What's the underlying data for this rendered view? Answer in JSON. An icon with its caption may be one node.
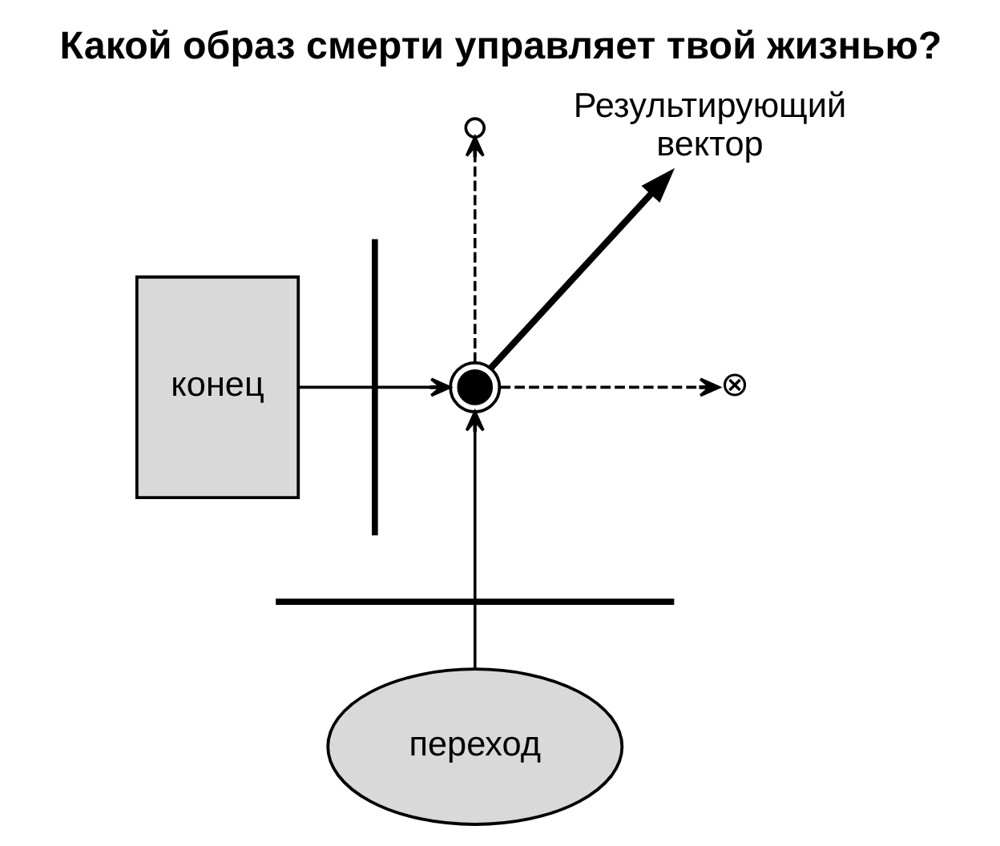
{
  "diagram": {
    "title": "Какой образ смерти управляет твой жизнью?",
    "nodes": [
      {
        "text": [],
        "shape": "circle"
      },
      {
        "text": [
          "Результирующий вектор"
        ]
      },
      {
        "text": [
          "конец"
        ]
      },
      {
        "text": [],
        "shape": "bar"
      },
      {
        "text": [],
        "shape": "circle"
      },
      {
        "text": [
          "⊗"
        ]
      },
      {
        "text": [],
        "shape": "bar"
      },
      {
        "text": [
          "переход"
        ]
      }
    ],
    "edges": [
      {
        "from": 2,
        "to": 3,
        "arrow": "none"
      },
      {
        "from": 3,
        "to": 4,
        "arrow": "to"
      },
      {
        "from": 7,
        "to": 6,
        "arrow": "none"
      },
      {
        "from": 6,
        "to": 4,
        "arrow": "to"
      },
      {
        "from": 4,
        "to": 0,
        "arrow": "to",
        "style": "dashed"
      },
      {
        "from": 4,
        "to": 1,
        "arrow": "to",
        "style": "thick"
      },
      {
        "from": 4,
        "to": 5,
        "arrow": "to",
        "style": "dashed"
      }
    ]
  }
}
